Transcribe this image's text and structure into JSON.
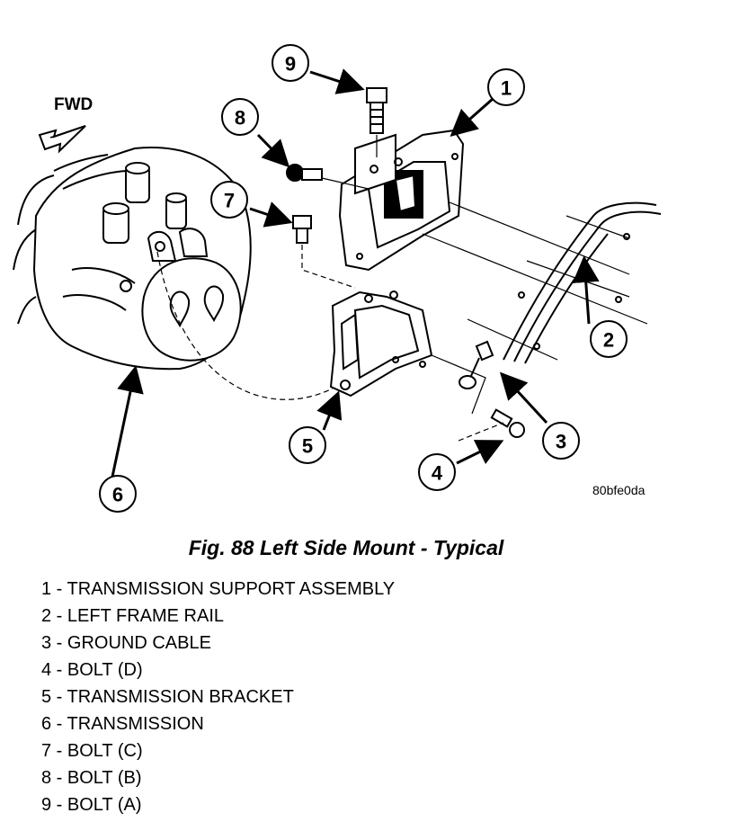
{
  "figure": {
    "fwd_label": "FWD",
    "image_code": "80bfe0da",
    "caption": "Fig. 88 Left Side Mount - Typical",
    "callouts": [
      "1",
      "2",
      "3",
      "4",
      "5",
      "6",
      "7",
      "8",
      "9"
    ]
  },
  "legend": [
    "1 - TRANSMISSION SUPPORT ASSEMBLY",
    "2 - LEFT FRAME RAIL",
    "3 - GROUND CABLE",
    "4 - BOLT (D)",
    "5 - TRANSMISSION BRACKET",
    "6 - TRANSMISSION",
    "7 - BOLT (C)",
    "8 - BOLT (B)",
    "9 - BOLT (A)"
  ]
}
